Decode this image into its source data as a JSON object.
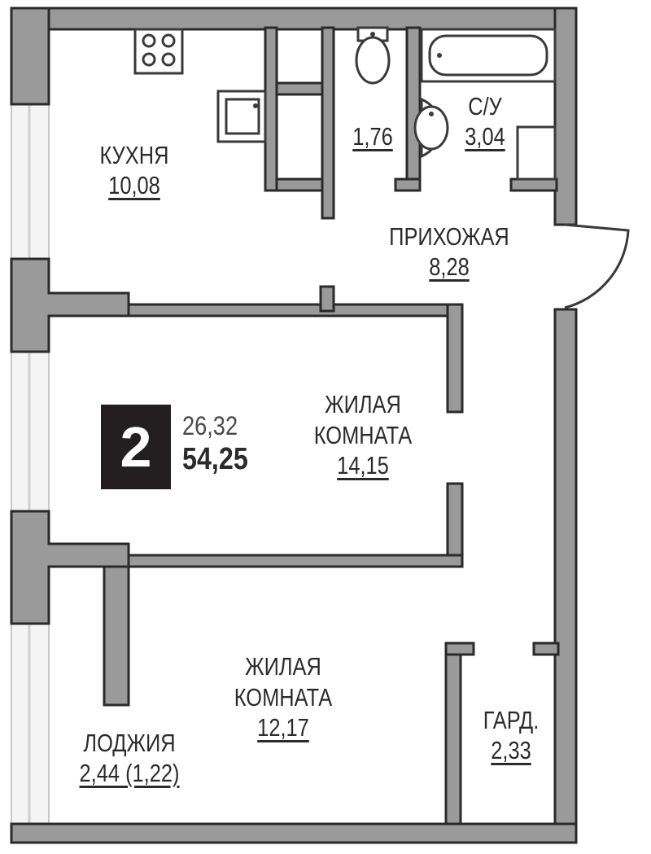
{
  "apartment": {
    "rooms_count": "2",
    "living_area": "26,32",
    "total_area": "54,25"
  },
  "rooms": {
    "kitchen": {
      "name": "КУХНЯ",
      "area": "10,08"
    },
    "wc": {
      "name": "",
      "area": "1,76"
    },
    "bathroom": {
      "name": "С/У",
      "area": "3,04"
    },
    "hallway": {
      "name": "ПРИХОЖАЯ",
      "area": "8,28"
    },
    "living1": {
      "name_line1": "ЖИЛАЯ",
      "name_line2": "КОМНАТА",
      "area": "14,15"
    },
    "living2": {
      "name_line1": "ЖИЛАЯ",
      "name_line2": "КОМНАТА",
      "area": "12,17"
    },
    "loggia": {
      "name": "ЛОДЖИЯ",
      "area": "2,44 (1,22)"
    },
    "wardrobe": {
      "name": "ГАРД.",
      "area": "2,33"
    }
  },
  "colors": {
    "wall_fill": "#9a9a9a",
    "badge_bg": "#231f20",
    "text": "#2b2b2b"
  }
}
